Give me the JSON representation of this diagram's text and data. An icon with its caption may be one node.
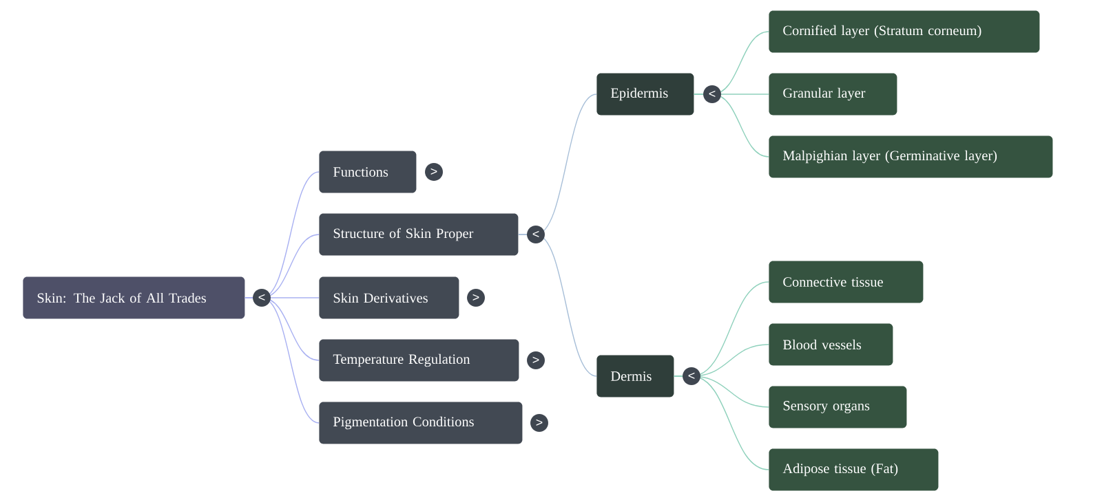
{
  "diagram": {
    "nodes": [
      {
        "text": [
          "Skin: The Jack of All Trades"
        ]
      },
      {
        "text": [
          "Functions"
        ]
      },
      {
        "text": [
          "Structure of Skin Proper"
        ]
      },
      {
        "text": [
          "Skin Derivatives"
        ]
      },
      {
        "text": [
          "Temperature Regulation"
        ]
      },
      {
        "text": [
          "Pigmentation Conditions"
        ]
      },
      {
        "text": [
          "Epidermis"
        ]
      },
      {
        "text": [
          "Dermis"
        ]
      },
      {
        "text": [
          "Cornified layer (Stratum corneum)"
        ]
      },
      {
        "text": [
          "Granular layer"
        ]
      },
      {
        "text": [
          "Malpighian layer (Germinative layer)"
        ]
      },
      {
        "text": [
          "Connective tissue"
        ]
      },
      {
        "text": [
          "Blood vessels"
        ]
      },
      {
        "text": [
          "Sensory organs"
        ]
      },
      {
        "text": [
          "Adipose tissue (Fat)"
        ]
      }
    ],
    "edges": [
      {
        "from": 0,
        "to": 1,
        "arrow": "none",
        "color": "#a9b1f2"
      },
      {
        "from": 0,
        "to": 2,
        "arrow": "none",
        "color": "#a9b1f2"
      },
      {
        "from": 0,
        "to": 3,
        "arrow": "none",
        "color": "#a9b1f2"
      },
      {
        "from": 0,
        "to": 4,
        "arrow": "none",
        "color": "#a9b1f2"
      },
      {
        "from": 0,
        "to": 5,
        "arrow": "none",
        "color": "#a9b1f2"
      },
      {
        "from": 2,
        "to": 6,
        "arrow": "none",
        "color": "#a8bfd8"
      },
      {
        "from": 2,
        "to": 7,
        "arrow": "none",
        "color": "#a8bfd8"
      },
      {
        "from": 6,
        "to": 8,
        "arrow": "none",
        "color": "#8fd1bc"
      },
      {
        "from": 6,
        "to": 9,
        "arrow": "none",
        "color": "#8fd1bc"
      },
      {
        "from": 6,
        "to": 10,
        "arrow": "none",
        "color": "#8fd1bc"
      },
      {
        "from": 7,
        "to": 11,
        "arrow": "none",
        "color": "#8fd1bc"
      },
      {
        "from": 7,
        "to": 12,
        "arrow": "none",
        "color": "#8fd1bc"
      },
      {
        "from": 7,
        "to": 13,
        "arrow": "none",
        "color": "#8fd1bc"
      },
      {
        "from": 7,
        "to": 14,
        "arrow": "none",
        "color": "#8fd1bc"
      }
    ],
    "labels": [
      "<",
      ">",
      "<",
      ">",
      ">",
      ">",
      "<",
      "<"
    ]
  }
}
